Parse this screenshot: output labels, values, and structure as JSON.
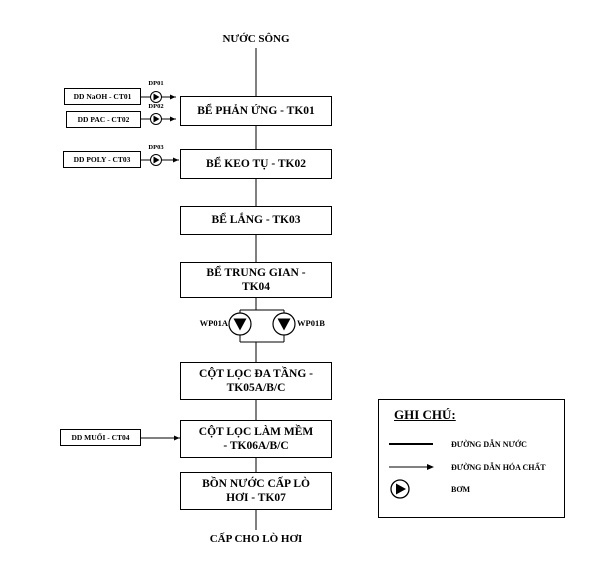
{
  "flow": {
    "source_label": "NƯỚC SÔNG",
    "sink_label": "CẤP CHO LÒ HƠI",
    "tanks": [
      {
        "label": "BỂ PHẢN ỨNG - TK01"
      },
      {
        "label": "BỂ KEO TỤ - TK02"
      },
      {
        "label": "BỂ LẮNG - TK03"
      },
      {
        "label": "BỂ TRUNG GIAN - TK04"
      },
      {
        "label": "CỘT LỌC ĐA TẦNG - TK05A/B/C"
      },
      {
        "label": "CỘT LỌC LÀM MỀM - TK06A/B/C"
      },
      {
        "label": "BỒN NƯỚC CẤP LÒ HƠI - TK07"
      }
    ],
    "pumps": [
      {
        "label": "WP01A"
      },
      {
        "label": "WP01B"
      }
    ]
  },
  "chemicals": [
    {
      "label": "DD NaOH - CT01",
      "pump_label": "DP01"
    },
    {
      "label": "DD PAC - CT02",
      "pump_label": "DP02"
    },
    {
      "label": "DD POLY - CT03",
      "pump_label": "DP03"
    },
    {
      "label": "DD MUỐI - CT04"
    }
  ],
  "legend": {
    "title": "GHI CHÚ:",
    "items": [
      {
        "label": "ĐƯỜNG DẪN NƯỚC"
      },
      {
        "label": "ĐƯỜNG DẪN HÓA CHẤT"
      },
      {
        "label": "BƠM"
      }
    ]
  },
  "colors": {
    "ink": "#000000",
    "background": "#ffffff"
  }
}
